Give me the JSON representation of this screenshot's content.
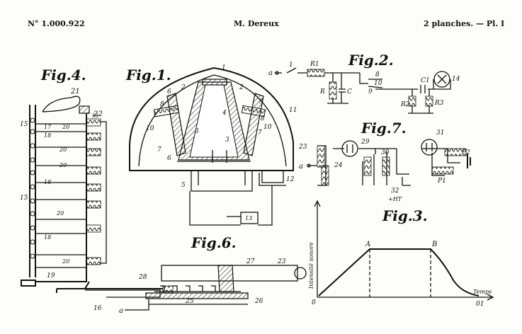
{
  "header": {
    "number": "N° 1.000.922",
    "author": "M. Dereux",
    "plates": "2 planches. — Pl. I"
  },
  "figures": {
    "fig1": "Fig.1.",
    "fig2": "Fig.2.",
    "fig3": "Fig.3.",
    "fig4": "Fig.4.",
    "fig6": "Fig.6.",
    "fig7": "Fig.7."
  },
  "fig3": {
    "ylabel": "Intensité sonore",
    "xlabel": "Temps",
    "point_a": "A",
    "point_b": "B",
    "origin": "0",
    "t1": "01"
  },
  "fig2_labels": {
    "a": "a",
    "n1": "1",
    "R1": "R1",
    "R": "R",
    "C": "C",
    "n8": "8",
    "n10": "10",
    "n9": "9",
    "C1": "C1",
    "R2": "R2",
    "R3": "R3",
    "n14": "14"
  },
  "fig7_labels": {
    "a": "a",
    "n23": "23",
    "n24": "24",
    "n29": "29",
    "n30": "30",
    "n31": "31",
    "n32": "32",
    "HT": "+HT",
    "P2": "P2",
    "P1": "P1"
  },
  "fig1_labels": {
    "n1": "1",
    "n2a": "2",
    "n2b": "2",
    "n3a": "3",
    "n3b": "3",
    "n4": "4",
    "n5": "5",
    "n6a": "6",
    "n6b": "6",
    "n7a": "7",
    "n7b": "7",
    "n8a": "8",
    "n8b": "8",
    "n9": "9",
    "n10a": "10",
    "n10b": "10",
    "n11": "11",
    "n12": "12",
    "n13": "13"
  },
  "fig4_labels": {
    "n21": "21",
    "n22": "22",
    "n15a": "15",
    "n15b": "15",
    "n17": "17",
    "n18a": "18",
    "n18b": "18",
    "n18c": "18",
    "n20a": "20",
    "n20b": "20",
    "n20c": "20",
    "n20d": "20",
    "n20e": "20",
    "n19": "19",
    "n16": "16",
    "r": "R1"
  },
  "fig6_labels": {
    "a": "a",
    "n23": "23",
    "n27": "27",
    "n28": "28",
    "n25": "25",
    "n26": "26"
  }
}
